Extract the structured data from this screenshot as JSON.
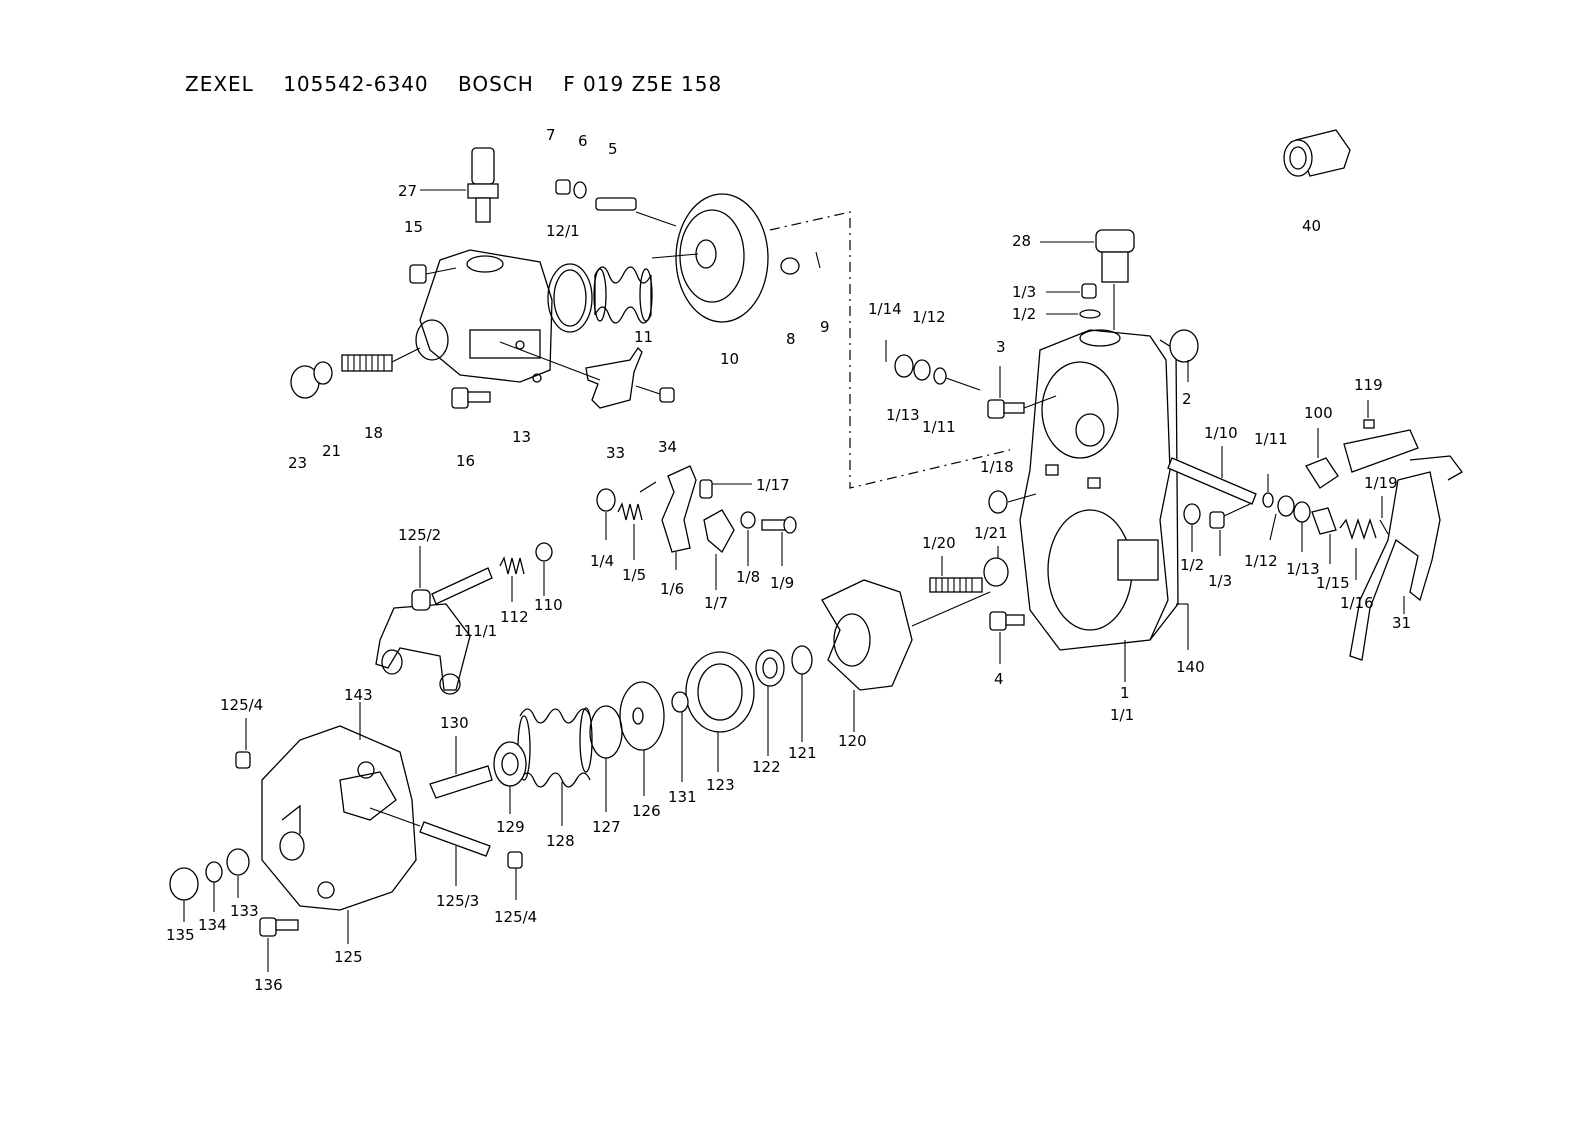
{
  "header": {
    "brand": "ZEXEL",
    "zexel_part_no": "105542-6340",
    "maker": "BOSCH",
    "bosch_part_no": "F 019 Z5E 158"
  },
  "callouts": [
    {
      "id": "c-27",
      "text": "27"
    },
    {
      "id": "c-15",
      "text": "15"
    },
    {
      "id": "c-7",
      "text": "7"
    },
    {
      "id": "c-6",
      "text": "6"
    },
    {
      "id": "c-5",
      "text": "5"
    },
    {
      "id": "c-12-1",
      "text": "12/1"
    },
    {
      "id": "c-11",
      "text": "11"
    },
    {
      "id": "c-10",
      "text": "10"
    },
    {
      "id": "c-8",
      "text": "8"
    },
    {
      "id": "c-9",
      "text": "9"
    },
    {
      "id": "c-23",
      "text": "23"
    },
    {
      "id": "c-21",
      "text": "21"
    },
    {
      "id": "c-18",
      "text": "18"
    },
    {
      "id": "c-16",
      "text": "16"
    },
    {
      "id": "c-13",
      "text": "13"
    },
    {
      "id": "c-33",
      "text": "33"
    },
    {
      "id": "c-34",
      "text": "34"
    },
    {
      "id": "c-28",
      "text": "28"
    },
    {
      "id": "c-40",
      "text": "40"
    },
    {
      "id": "c-1-3a",
      "text": "1/3"
    },
    {
      "id": "c-1-2a",
      "text": "1/2"
    },
    {
      "id": "c-1-14",
      "text": "1/14"
    },
    {
      "id": "c-1-12a",
      "text": "1/12"
    },
    {
      "id": "c-1-13a",
      "text": "1/13"
    },
    {
      "id": "c-1-11a",
      "text": "1/11"
    },
    {
      "id": "c-3",
      "text": "3"
    },
    {
      "id": "c-2",
      "text": "2"
    },
    {
      "id": "c-119",
      "text": "119"
    },
    {
      "id": "c-100",
      "text": "100"
    },
    {
      "id": "c-1-10",
      "text": "1/10"
    },
    {
      "id": "c-1-11b",
      "text": "1/11"
    },
    {
      "id": "c-1-19",
      "text": "1/19"
    },
    {
      "id": "c-1-18",
      "text": "1/18"
    },
    {
      "id": "c-1-21",
      "text": "1/21"
    },
    {
      "id": "c-1-20",
      "text": "1/20"
    },
    {
      "id": "c-1-17",
      "text": "1/17"
    },
    {
      "id": "c-1-4",
      "text": "1/4"
    },
    {
      "id": "c-1-5",
      "text": "1/5"
    },
    {
      "id": "c-1-6",
      "text": "1/6"
    },
    {
      "id": "c-1-7",
      "text": "1/7"
    },
    {
      "id": "c-1-8",
      "text": "1/8"
    },
    {
      "id": "c-1-9",
      "text": "1/9"
    },
    {
      "id": "c-1-2b",
      "text": "1/2"
    },
    {
      "id": "c-1-3b",
      "text": "1/3"
    },
    {
      "id": "c-1-12b",
      "text": "1/12"
    },
    {
      "id": "c-1-13b",
      "text": "1/13"
    },
    {
      "id": "c-1-15",
      "text": "1/15"
    },
    {
      "id": "c-1-16",
      "text": "1/16"
    },
    {
      "id": "c-31",
      "text": "31"
    },
    {
      "id": "c-140",
      "text": "140"
    },
    {
      "id": "c-1",
      "text": "1"
    },
    {
      "id": "c-1-1",
      "text": "1/1"
    },
    {
      "id": "c-4",
      "text": "4"
    },
    {
      "id": "c-125-2",
      "text": "125/2"
    },
    {
      "id": "c-111-1",
      "text": "111/1"
    },
    {
      "id": "c-112",
      "text": "112"
    },
    {
      "id": "c-110",
      "text": "110"
    },
    {
      "id": "c-120",
      "text": "120"
    },
    {
      "id": "c-121",
      "text": "121"
    },
    {
      "id": "c-122",
      "text": "122"
    },
    {
      "id": "c-123",
      "text": "123"
    },
    {
      "id": "c-131",
      "text": "131"
    },
    {
      "id": "c-126",
      "text": "126"
    },
    {
      "id": "c-127",
      "text": "127"
    },
    {
      "id": "c-128",
      "text": "128"
    },
    {
      "id": "c-129",
      "text": "129"
    },
    {
      "id": "c-130",
      "text": "130"
    },
    {
      "id": "c-125-4a",
      "text": "125/4"
    },
    {
      "id": "c-143",
      "text": "143"
    },
    {
      "id": "c-125-3",
      "text": "125/3"
    },
    {
      "id": "c-125-4b",
      "text": "125/4"
    },
    {
      "id": "c-135",
      "text": "135"
    },
    {
      "id": "c-134",
      "text": "134"
    },
    {
      "id": "c-133",
      "text": "133"
    },
    {
      "id": "c-125",
      "text": "125"
    },
    {
      "id": "c-136",
      "text": "136"
    }
  ]
}
